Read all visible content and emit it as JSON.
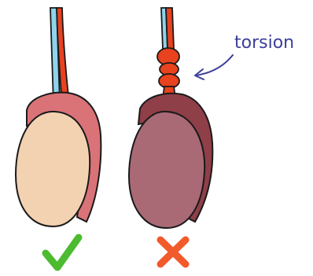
{
  "annotation": {
    "label": "torsion"
  },
  "panels": [
    {
      "state": "normal",
      "mark": "check-mark",
      "mark_color": "#4cbb2f"
    },
    {
      "state": "torsion",
      "mark": "cross-mark",
      "mark_color": "#f25a2b"
    }
  ],
  "colors": {
    "outline": "#1a1a1a",
    "artery": "#e8421e",
    "vein": "#8fd3ec",
    "normal_testis": "#f3d2b2",
    "normal_epididymis": "#d97378",
    "torsion_testis": "#a96a76",
    "torsion_epididymis": "#8f3f48",
    "annotation_text": "#3b3f99"
  }
}
